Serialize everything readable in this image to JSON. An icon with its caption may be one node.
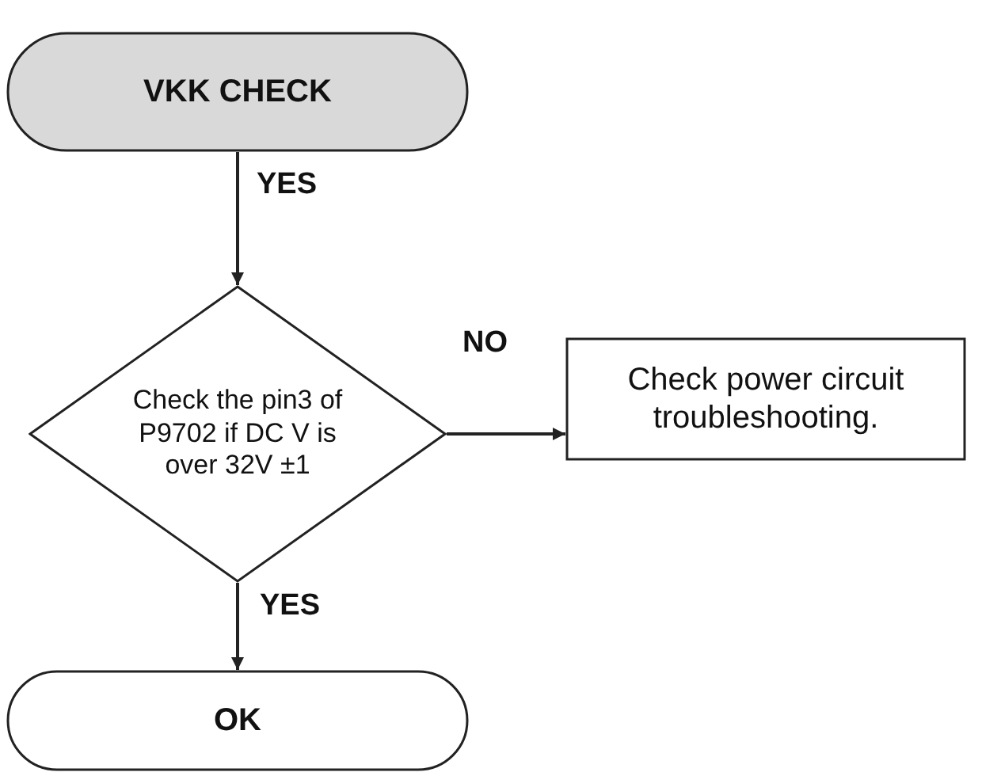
{
  "diagram": {
    "nodes": [
      {
        "text": [
          "VKK CHECK"
        ]
      },
      {
        "text": [
          "Check the pin3 of P9702 if DC V is over 32V ±1"
        ]
      },
      {
        "text": [
          "Check power circuit troubleshooting."
        ]
      },
      {
        "text": [
          "OK"
        ]
      }
    ],
    "edges": [
      {
        "from": 0,
        "to": 1,
        "arrow": "to",
        "label": "YES"
      },
      {
        "from": 1,
        "to": 2,
        "arrow": "to",
        "label": "NO"
      },
      {
        "from": 1,
        "to": 3,
        "arrow": "to",
        "label": "YES"
      }
    ]
  }
}
